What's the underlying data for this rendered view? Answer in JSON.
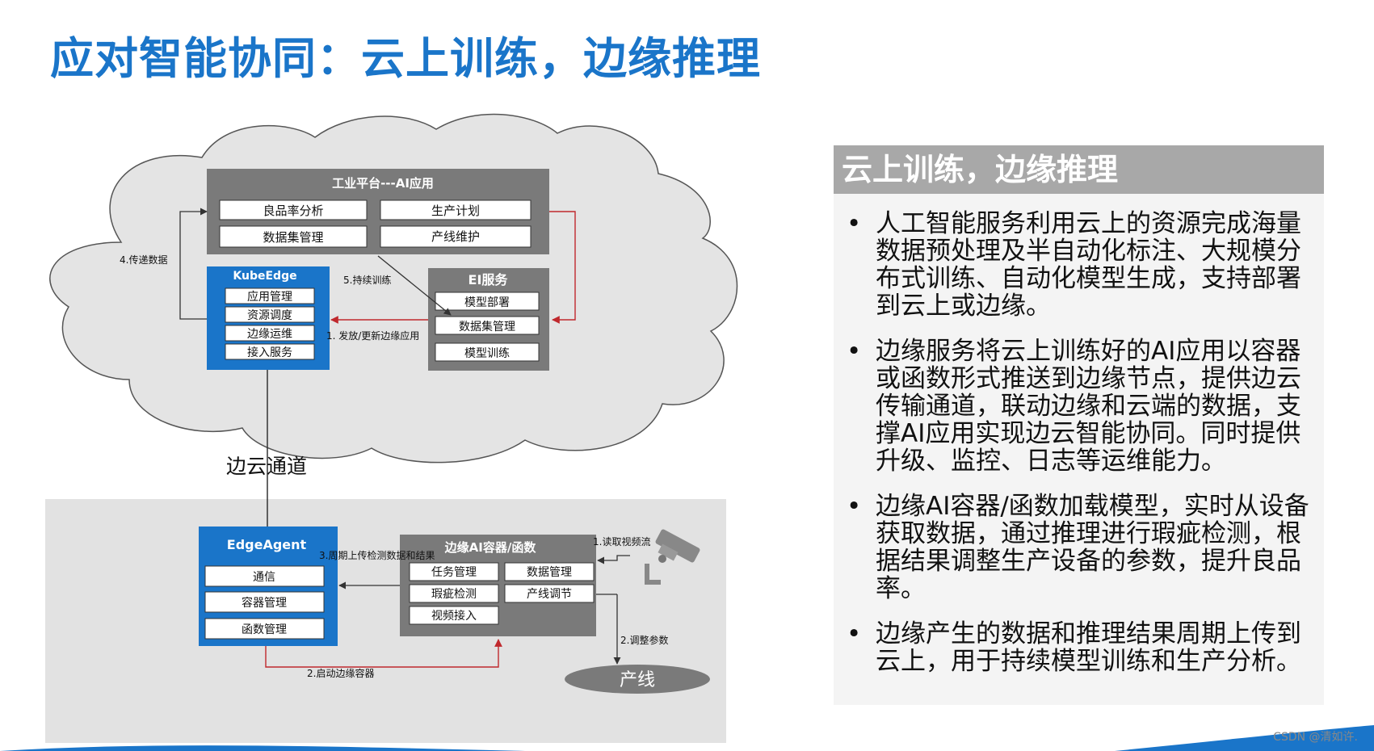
{
  "page": {
    "title": "应对智能协同：云上训练，边缘推理",
    "watermark": "CSDN @清如许."
  },
  "diagram": {
    "platform": {
      "title": "工业平台---AI应用",
      "items": [
        "良品率分析",
        "生产计划",
        "数据集管理",
        "产线维护"
      ]
    },
    "kubeedge": {
      "title": "KubeEdge",
      "items": [
        "应用管理",
        "资源调度",
        "边缘运维",
        "接入服务"
      ]
    },
    "ei": {
      "title": "EI服务",
      "items": [
        "模型部署",
        "数据集管理",
        "模型训练"
      ]
    },
    "edgeagent": {
      "title": "EdgeAgent",
      "items": [
        "通信",
        "容器管理",
        "函数管理"
      ]
    },
    "container": {
      "title": "边缘AI容器/函数",
      "items": [
        "任务管理",
        "数据管理",
        "瑕疵检测",
        "产线调节",
        "视频接入"
      ]
    },
    "labels": {
      "sync": "4.传递数据",
      "train": "5.持续训练",
      "deploy": "1. 发放/更新边缘应用",
      "edge_channel": "边云通道",
      "upload": "3.周期上传检测数据和结果",
      "start": "2.启动边缘容器",
      "read_video": "1.读取视频流",
      "adjust": "2.调整参数",
      "production_line": "产线"
    },
    "colors": {
      "blue": "#1a75c9",
      "gray_box": "#7a7a7a",
      "cloud": "#e4e4e4",
      "edge_area": "#e2e2e2",
      "red_arrow": "#c0282d"
    }
  },
  "panel": {
    "header": "云上训练，边缘推理",
    "bullet_symbol": "•",
    "bullets": [
      "人工智能服务利用云上的资源完成海量数据预处理及半自动化标注、大规模分布式训练、自动化模型生成，支持部署到云上或边缘。",
      "边缘服务将云上训练好的AI应用以容器或函数形式推送到边缘节点，提供边云传输通道，联动边缘和云端的数据，支撑AI应用实现边云智能协同。同时提供升级、监控、日志等运维能力。",
      "边缘AI容器/函数加载模型，实时从设备获取数据，通过推理进行瑕疵检测，根据结果调整生产设备的参数，提升良品率。",
      "边缘产生的数据和推理结果周期上传到云上，用于持续模型训练和生产分析。"
    ]
  }
}
